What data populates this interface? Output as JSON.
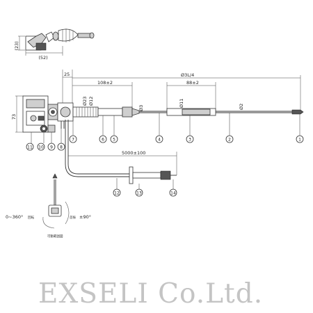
{
  "dims": {
    "small_h": "(23)",
    "small_w": "(52)",
    "d25": "25",
    "d108": "108±2",
    "d3L4": "Ø3L/4",
    "d88": "88±2",
    "height73": "73",
    "phi23": "Ø23",
    "phi12": "Ø12",
    "phi3": "Ø3",
    "phi11": "Ø11",
    "phi2": "Ø2",
    "len5000": "5000±100"
  },
  "callouts": [
    "1",
    "2",
    "3",
    "4",
    "5",
    "6",
    "7",
    "8",
    "9",
    "10",
    "11",
    "12",
    "13",
    "14"
  ],
  "rotation": {
    "left": "0~360°",
    "left_unit": "回転",
    "right": "±90°",
    "right_unit": "首振",
    "caption": "可動範囲図"
  },
  "watermark": "EXSELI Co.Ltd."
}
